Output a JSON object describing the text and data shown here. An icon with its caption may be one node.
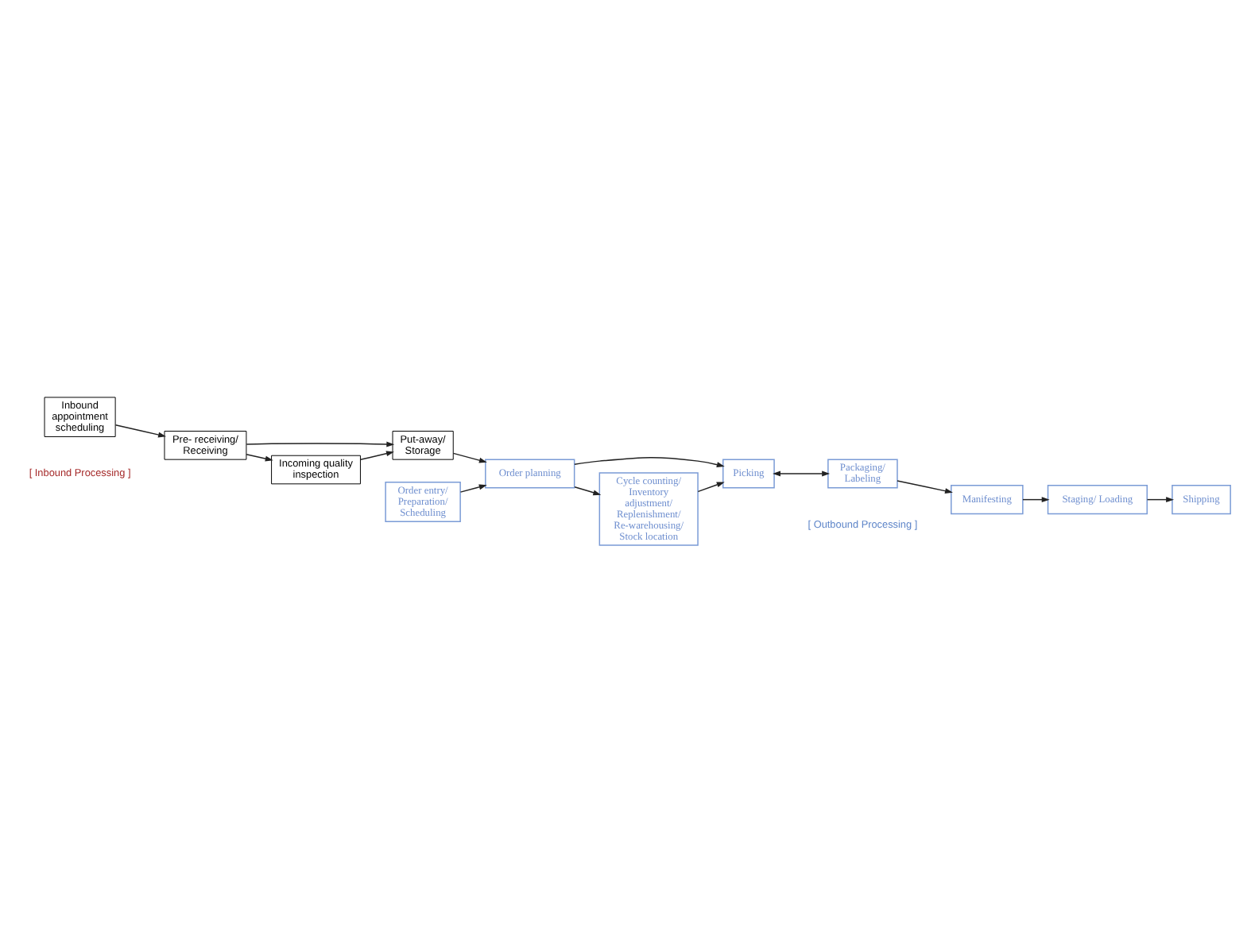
{
  "diagram": {
    "nodes": [
      {
        "text": [
          "Inbound appointment scheduling"
        ]
      },
      {
        "text": [
          "Pre- receiving/ Receiving"
        ]
      },
      {
        "text": [
          "Put-away/ Storage"
        ]
      },
      {
        "text": [
          "Incoming quality inspection"
        ]
      },
      {
        "text": [
          "Order entry/ Preparation/ Scheduling"
        ]
      },
      {
        "text": [
          "Order planning"
        ]
      },
      {
        "text": [
          "Picking"
        ]
      },
      {
        "text": [
          "Cycle counting/ Inventory adjustment/ Replenishment/ Re-warehousing/ Stock location"
        ]
      },
      {
        "text": [
          "Packaging/ Labeling"
        ]
      },
      {
        "text": [
          "Manifesting"
        ]
      },
      {
        "text": [
          "Staging/ Loading"
        ]
      },
      {
        "text": [
          "Shipping"
        ]
      }
    ],
    "edges": [
      {
        "from": 0,
        "to": 1,
        "arrow": "to"
      },
      {
        "from": 1,
        "to": 2,
        "arrow": "to"
      },
      {
        "from": 1,
        "to": 3,
        "arrow": "to"
      },
      {
        "from": 3,
        "to": 2,
        "arrow": "to"
      },
      {
        "from": 2,
        "to": 5,
        "arrow": "to"
      },
      {
        "from": 4,
        "to": 5,
        "arrow": "to"
      },
      {
        "from": 5,
        "to": 6,
        "arrow": "to"
      },
      {
        "from": 5,
        "to": 7,
        "arrow": "to"
      },
      {
        "from": 7,
        "to": 6,
        "arrow": "to"
      },
      {
        "from": 6,
        "to": 8,
        "arrow": "both"
      },
      {
        "from": 8,
        "to": 9,
        "arrow": "to"
      },
      {
        "from": 9,
        "to": 10,
        "arrow": "to"
      },
      {
        "from": 10,
        "to": 11,
        "arrow": "to"
      }
    ],
    "labels": [
      "[ Inbound Processing ]",
      "[ Outbound Processing ]"
    ]
  }
}
